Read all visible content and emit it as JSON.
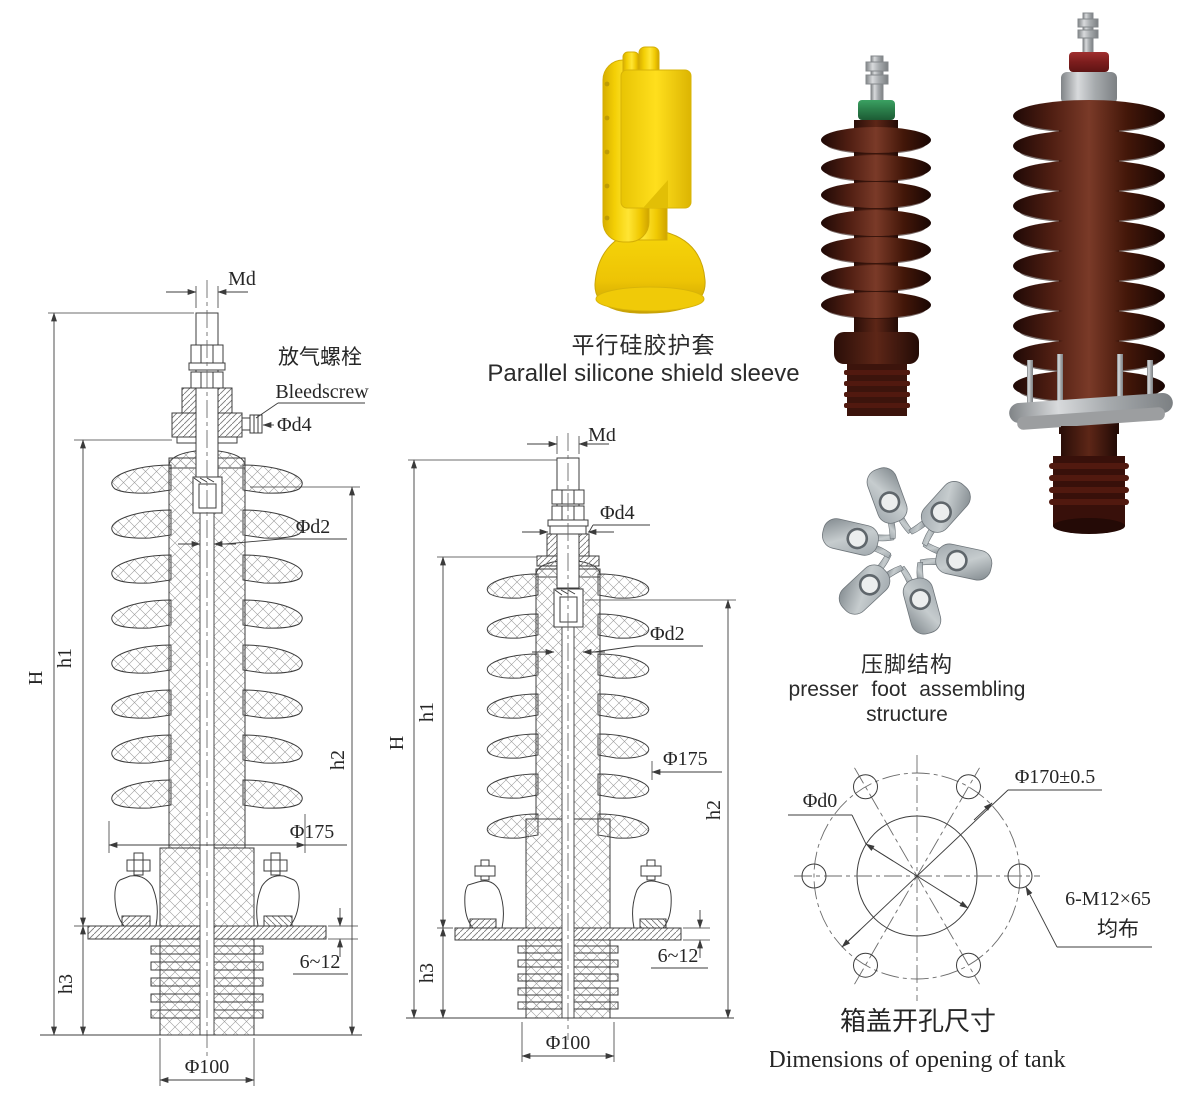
{
  "drawing_left": {
    "dims": {
      "md": "Md",
      "bleed_cn": "放气螺栓",
      "bleed_en": "Bleedscrew",
      "d4": "Φd4",
      "d2": "Φd2",
      "H": "H",
      "h1": "h1",
      "h2": "h2",
      "h3": "h3",
      "shed_dia": "Φ175",
      "plate_thk": "6~12",
      "bottom_dia": "Φ100"
    }
  },
  "drawing_mid": {
    "dims": {
      "md": "Md",
      "d4": "Φd4",
      "d2": "Φd2",
      "H": "H",
      "h1": "h1",
      "h2": "h2",
      "h3": "h3",
      "shed_dia": "Φ175",
      "plate_thk": "6~12",
      "bottom_dia": "Φ100"
    }
  },
  "sleeve": {
    "caption_cn": "平行硅胶护套",
    "caption_en": "Parallel silicone shield sleeve"
  },
  "presser": {
    "caption_cn": "压脚结构",
    "caption_en1": "presser foot assembling",
    "caption_en2": "structure"
  },
  "tank": {
    "d0": "Φd0",
    "bolt_circle": "Φ170±0.5",
    "bolt_spec": "6-M12×65",
    "bolt_note": "均布",
    "caption_cn": "箱盖开孔尺寸",
    "caption_en": "Dimensions of opening of tank"
  },
  "colors": {
    "line": "#3c3c3c",
    "sleeve_yellow": "#f3cf05",
    "porcelain_brown": "#4f1e12",
    "band_green": "#2a7d49",
    "band_red": "#7c1d1d",
    "metal_silver": "#a7abae",
    "clip_gray": "#9fa7ac"
  }
}
